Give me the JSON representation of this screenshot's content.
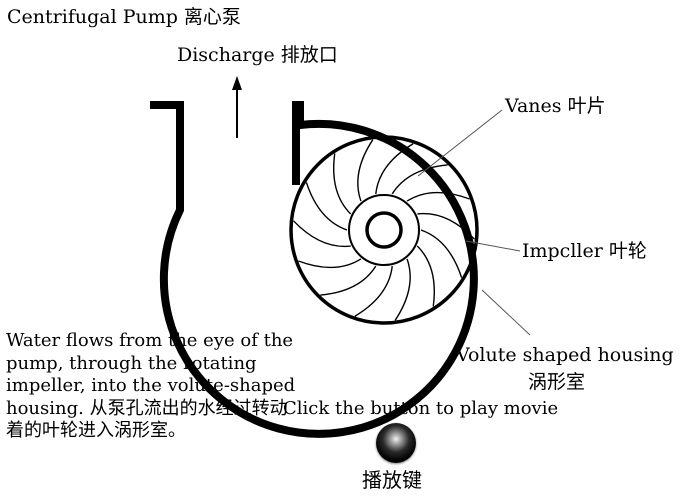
{
  "diagram": {
    "title": "Centrifugal Pump 离心泵",
    "labels": {
      "discharge": "Discharge 排放口",
      "vanes": "Vanes 叶片",
      "impeller": "Impcller 叶轮",
      "volute_en": "Volute shaped housing",
      "volute_cn": "涡形室"
    },
    "description": "Water flows from the eye of the pump, through the rotating impeller, into the volute-shaped housing. 从泵孔流出的水经过转动着的叶轮进入涡形室。",
    "play": {
      "prompt": "Click the button to play movie",
      "label": "播放键"
    }
  }
}
